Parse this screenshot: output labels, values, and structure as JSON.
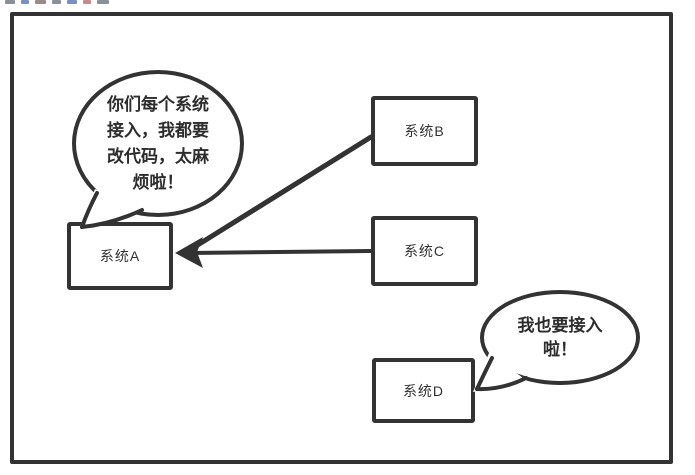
{
  "diagram": {
    "boxes": [
      {
        "id": "system-a",
        "label": "系统A"
      },
      {
        "id": "system-b",
        "label": "系统B"
      },
      {
        "id": "system-c",
        "label": "系统C"
      },
      {
        "id": "system-d",
        "label": "系统D"
      }
    ],
    "bubbles": [
      {
        "id": "bubble-a",
        "speaker": "system-a",
        "lines": [
          "你们每个系统",
          "接入，我都要",
          "改代码，太麻",
          "烦啦！"
        ]
      },
      {
        "id": "bubble-d",
        "speaker": "system-d",
        "lines": [
          "我也要接入",
          "啦！"
        ]
      }
    ],
    "arrows": [
      {
        "from": "system-b",
        "to": "system-a"
      },
      {
        "from": "system-c",
        "to": "system-a"
      }
    ],
    "colors": {
      "stroke": "#333333",
      "background": "#ffffff"
    }
  }
}
